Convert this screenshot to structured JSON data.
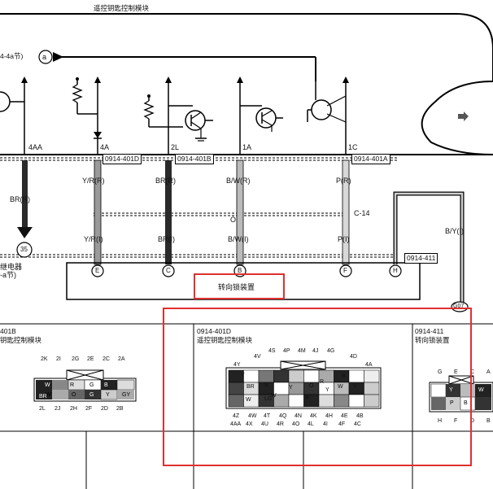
{
  "diagram": {
    "module_title": "遥控钥匙控制模块",
    "left_ref": "4-4a节)",
    "circle_a": "a",
    "relay_label_1": "继电器",
    "relay_label_2": "-a节)",
    "actuator_label": "转向锁装置",
    "connector_c14": "C-14",
    "arrow_glyph": "➡",
    "ref_35": "35",
    "ground_label": "G07",
    "pins": {
      "p4AA": "4AA",
      "p4A": "4A",
      "p2L": "2L",
      "p1A": "1A",
      "p1C": "1C"
    },
    "connector_tags": {
      "d": "0914-401D",
      "b": "0914-401B",
      "a": "0914-401A",
      "c411": "0914-411"
    },
    "wires": {
      "w_left": "BR(R)",
      "w1_top": "Y/R(R)",
      "w2_top": "BR(R)",
      "w3_top": "B/W(R)",
      "w4_top": "P(R)",
      "w1_bot": "Y/R(I)",
      "w2_bot": "BR(I)",
      "w3_bot": "B/W(I)",
      "w4_bot": "P(I)",
      "w_right": "B/Y(I)"
    },
    "terminals": {
      "e": "E",
      "c": "C",
      "b": "B",
      "f": "F",
      "h": "H"
    },
    "o_label": "O"
  },
  "connectors": {
    "left": {
      "id": "401B",
      "name": "钥匙控制模块",
      "top_pins": [
        "2K",
        "2I",
        "2G",
        "2E",
        "2C",
        "2A"
      ],
      "bottom_pins": [
        "2L",
        "2J",
        "2H",
        "2F",
        "2D",
        "2B"
      ],
      "cell_codes": [
        "W",
        "R",
        "G",
        "W",
        "B",
        "BR",
        "O",
        "G",
        "Y",
        "GY"
      ]
    },
    "middle": {
      "id": "0914-401D",
      "name": "遥控钥匙控制模块",
      "top_pins_1": [
        "4S",
        "4P",
        "4M",
        "4J",
        "4G"
      ],
      "top_pins_2": [
        "4V",
        "4D"
      ],
      "top_pins_3": [
        "4Y",
        "4A"
      ],
      "bottom_pins_1": [
        "4Z",
        "4W",
        "4T",
        "4Q",
        "4N",
        "4K",
        "4H",
        "4E",
        "4B"
      ],
      "bottom_pins_2": [
        "4AA",
        "4X",
        "4U",
        "4R",
        "4O",
        "4L",
        "4I",
        "4F",
        "4C"
      ],
      "cell_codes": [
        "Y",
        "BR",
        "B",
        "W",
        "LG",
        "Y",
        "R",
        "O",
        "R",
        "Y",
        "W",
        "B",
        "Y",
        "W"
      ]
    },
    "right": {
      "id": "0914-411",
      "name": "转向锁装置",
      "top_pins": [
        "G",
        "E",
        "C",
        "A"
      ],
      "bottom_pins": [
        "H",
        "F",
        "D",
        "B"
      ],
      "cell_codes": [
        "Y",
        "P",
        "B",
        "W"
      ]
    }
  },
  "colors": {
    "highlight": "#e03030",
    "line": "#000000",
    "dark_wire": "#2a2a2a",
    "gray_wire": "#9a9a9a",
    "light_wire": "#cfcfcf"
  }
}
